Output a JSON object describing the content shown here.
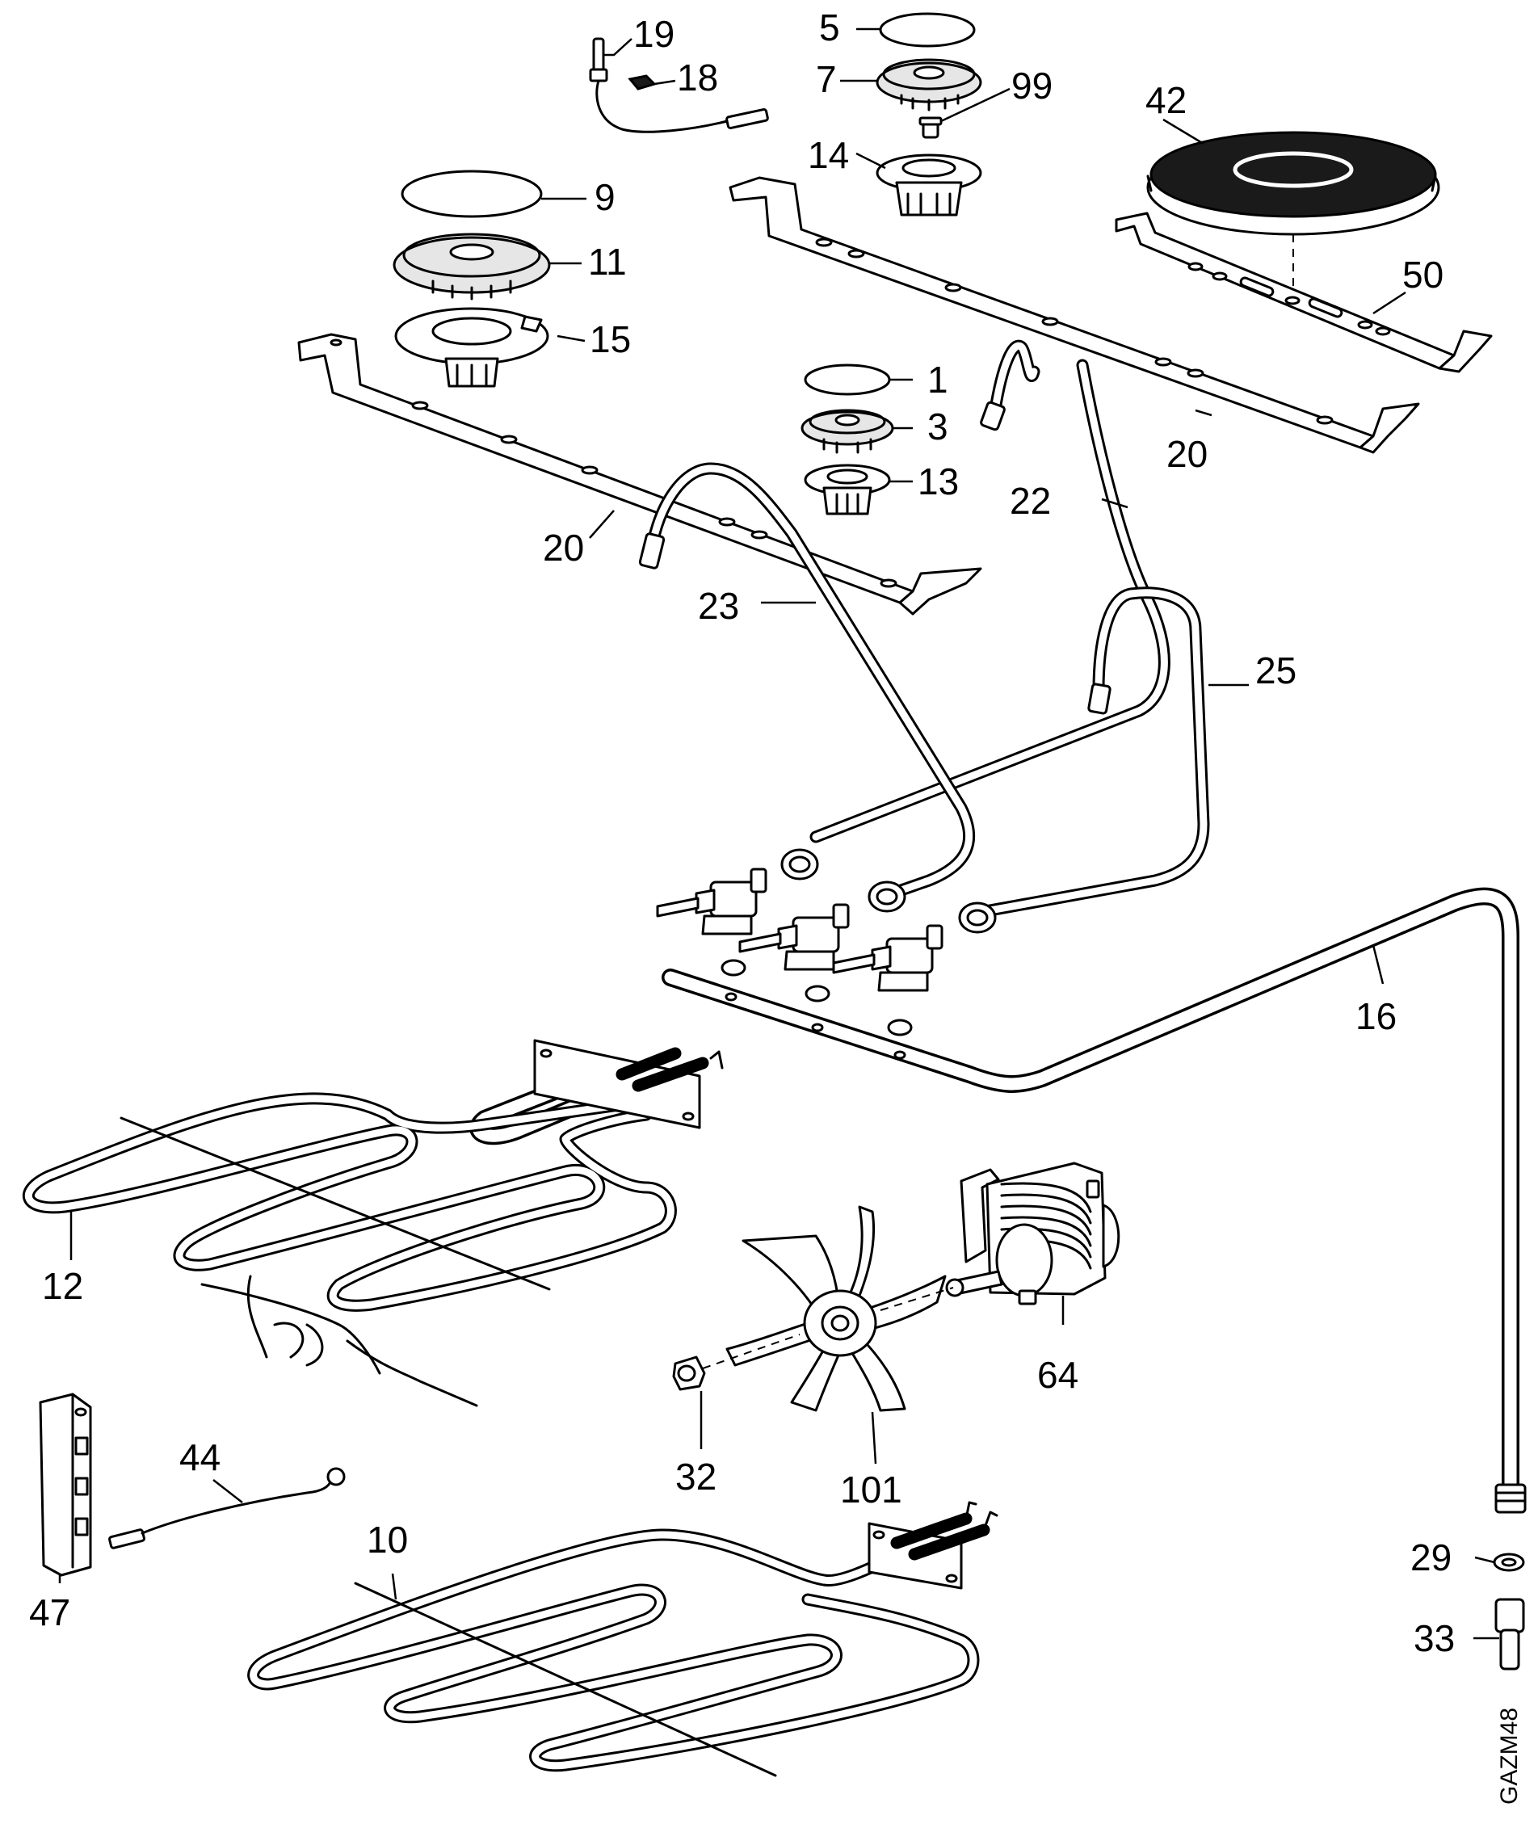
{
  "diagram": {
    "code": "GAZM48",
    "callouts": {
      "n1": "1",
      "n3": "3",
      "n5": "5",
      "n7": "7",
      "n9": "9",
      "n10": "10",
      "n11": "11",
      "n12": "12",
      "n13": "13",
      "n14": "14",
      "n15": "15",
      "n16": "16",
      "n18": "18",
      "n19": "19",
      "n20a": "20",
      "n20b": "20",
      "n22": "22",
      "n23": "23",
      "n25": "25",
      "n29": "29",
      "n32": "32",
      "n33": "33",
      "n42": "42",
      "n44": "44",
      "n47": "47",
      "n50": "50",
      "n64": "64",
      "n99": "99",
      "n101": "101"
    }
  }
}
